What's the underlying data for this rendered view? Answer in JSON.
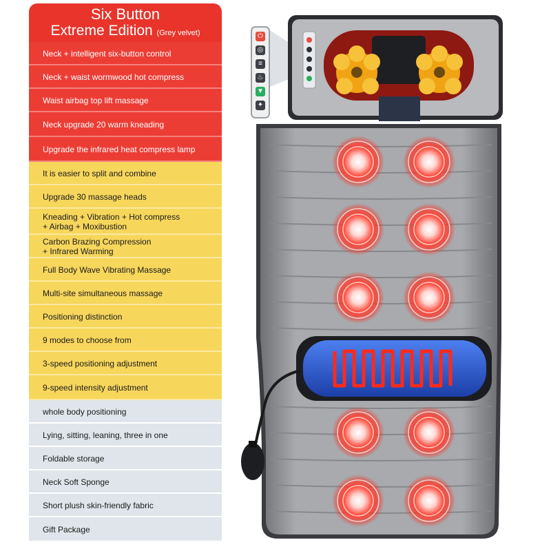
{
  "title": {
    "line1": "Six Button",
    "line2": "Extreme Edition",
    "note": "(Grey velvet)"
  },
  "features": [
    {
      "tone": "red",
      "text": "Neck + intelligent six-button control"
    },
    {
      "tone": "red",
      "text": "Neck + waist wormwood hot compress"
    },
    {
      "tone": "red",
      "text": "Waist airbag top lift massage"
    },
    {
      "tone": "red",
      "text": "Neck upgrade 20 warm kneading"
    },
    {
      "tone": "red",
      "text": "Upgrade the infrared heat compress lamp"
    },
    {
      "tone": "yellow",
      "text": "It is easier to split and combine"
    },
    {
      "tone": "yellow",
      "text": "Upgrade 30 massage heads"
    },
    {
      "tone": "yellow",
      "text": "Kneading + Vibration + Hot compress\n+ Airbag + Moxibustion"
    },
    {
      "tone": "yellow",
      "text": "Carbon Brazing Compression\n+ Infrared Warming"
    },
    {
      "tone": "yellow",
      "text": "Full Body Wave Vibrating Massage"
    },
    {
      "tone": "yellow",
      "text": "Multi-site simultaneous massage"
    },
    {
      "tone": "yellow",
      "text": "Positioning distinction"
    },
    {
      "tone": "yellow",
      "text": "9 modes to choose from"
    },
    {
      "tone": "yellow",
      "text": "3-speed positioning adjustment"
    },
    {
      "tone": "yellow",
      "text": "9-speed intensity adjustment"
    },
    {
      "tone": "grey",
      "text": "whole body positioning"
    },
    {
      "tone": "grey",
      "text": "Lying, sitting, leaning, three in one"
    },
    {
      "tone": "grey",
      "text": "Foldable storage"
    },
    {
      "tone": "grey",
      "text": "Neck Soft Sponge"
    },
    {
      "tone": "grey",
      "text": "Short plush skin-friendly fabric"
    },
    {
      "tone": "grey",
      "text": "Gift Package"
    }
  ],
  "remote": {
    "buttons": [
      "power-icon",
      "mode-icon",
      "level-icon",
      "heat-icon",
      "down-icon",
      "airbag-icon"
    ]
  },
  "colors": {
    "red": "#ec3d35",
    "yellow": "#f7d65c",
    "grey": "#dfe5ea",
    "mat": "#a9abae",
    "heat_glow": "#ff2a1a",
    "heat_pad": "#2f5fd6"
  }
}
